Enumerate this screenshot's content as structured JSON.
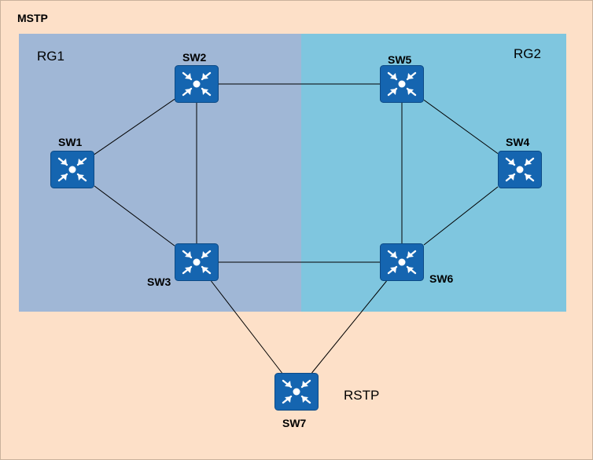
{
  "diagram": {
    "title": "MSTP",
    "regions": [
      {
        "id": "rg1",
        "label": "RG1"
      },
      {
        "id": "rg2",
        "label": "RG2"
      }
    ],
    "protocol_label": "RSTP",
    "switches": [
      {
        "id": "sw1",
        "label": "SW1",
        "icon": "switch-icon"
      },
      {
        "id": "sw2",
        "label": "SW2",
        "icon": "switch-icon"
      },
      {
        "id": "sw3",
        "label": "SW3",
        "icon": "switch-icon"
      },
      {
        "id": "sw4",
        "label": "SW4",
        "icon": "switch-icon"
      },
      {
        "id": "sw5",
        "label": "SW5",
        "icon": "switch-icon"
      },
      {
        "id": "sw6",
        "label": "SW6",
        "icon": "switch-icon"
      },
      {
        "id": "sw7",
        "label": "SW7",
        "icon": "switch-icon"
      }
    ],
    "links": [
      [
        "sw1",
        "sw2"
      ],
      [
        "sw1",
        "sw3"
      ],
      [
        "sw2",
        "sw3"
      ],
      [
        "sw2",
        "sw5"
      ],
      [
        "sw3",
        "sw6"
      ],
      [
        "sw5",
        "sw6"
      ],
      [
        "sw5",
        "sw4"
      ],
      [
        "sw6",
        "sw4"
      ],
      [
        "sw3",
        "sw7"
      ],
      [
        "sw6",
        "sw7"
      ]
    ],
    "colors": {
      "background": "#fde0c8",
      "rg1_fill": "#a0b7d6",
      "rg2_fill": "#7fc6df",
      "switch_fill": "#1565b0",
      "link": "#000000"
    }
  }
}
